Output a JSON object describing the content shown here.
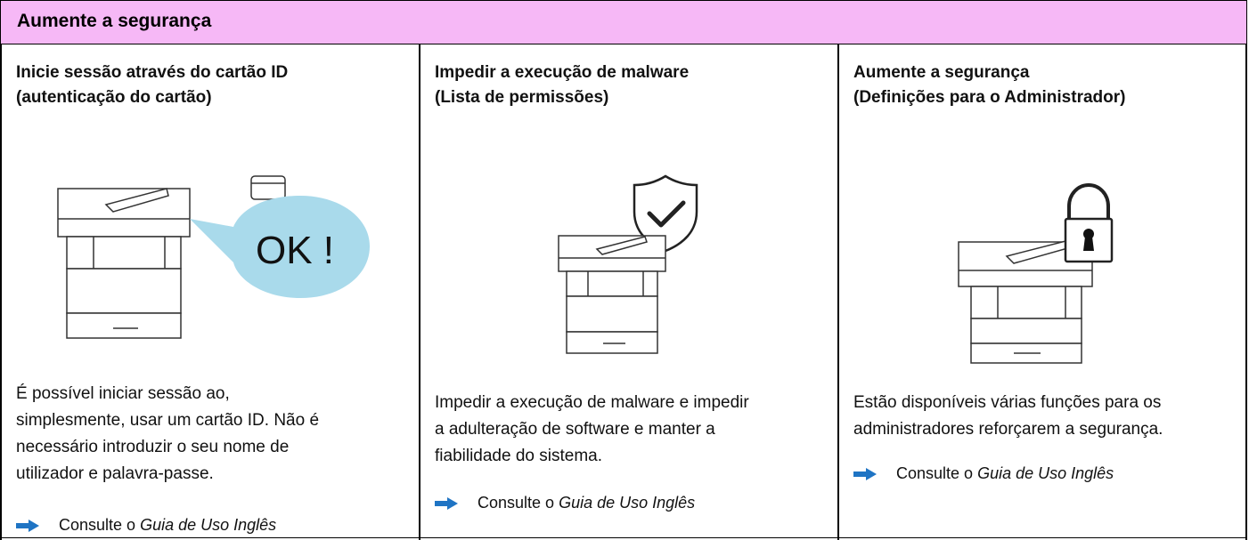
{
  "header": {
    "title": "Aumente a segurança"
  },
  "columns": [
    {
      "title_lines": [
        "Inicie sessão através do cartão ID",
        "(autenticação do cartão)"
      ],
      "bubble_text": "OK !",
      "desc_lines": [
        "É possível iniciar sessão ao,",
        "simplesmente, usar um cartão ID. Não é",
        "necessário introduzir o seu nome de",
        "utilizador e palavra-passe."
      ],
      "ref_prefix": "Consulte o",
      "ref_italic": "Guia de Uso Inglês"
    },
    {
      "title_lines": [
        "Impedir a execução de malware",
        "(Lista de permissões)"
      ],
      "desc_lines": [
        "Impedir a execução de malware e impedir",
        "a adulteração de software e manter a",
        "fiabilidade do sistema."
      ],
      "ref_prefix": "Consulte o",
      "ref_italic": "Guia de Uso Inglês"
    },
    {
      "title_lines": [
        "Aumente a segurança",
        "(Definições para o Administrador)"
      ],
      "desc_lines": [
        "Estão disponíveis várias funções para os",
        "administradores reforçarem a segurança."
      ],
      "ref_prefix": "Consulte o",
      "ref_italic": "Guia de Uso Inglês"
    }
  ],
  "colors": {
    "header_bg": "#f6b8f6",
    "bubble": "#a9daeb",
    "arrow": "#1f74c4"
  }
}
